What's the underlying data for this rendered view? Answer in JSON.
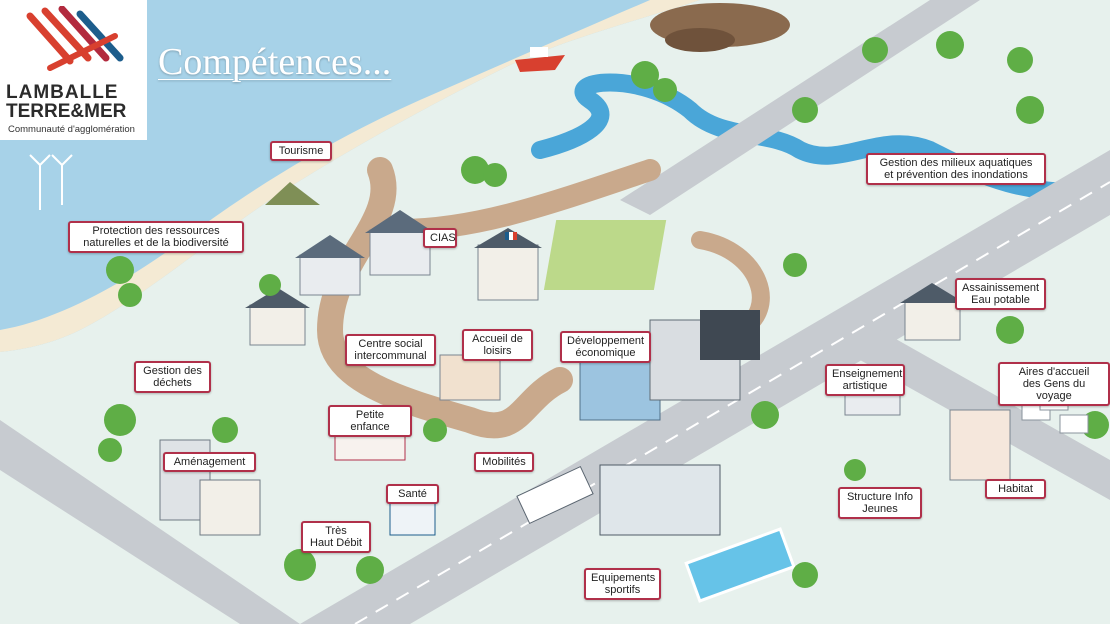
{
  "header": {
    "title": "Compétences..."
  },
  "logo": {
    "line1": "LAMBALLE",
    "line2": "TERRE&MER",
    "subtitle": "Communauté d'agglomération",
    "colors": [
      "#d8402f",
      "#b22a3e",
      "#1c5d8c"
    ]
  },
  "labels": {
    "tourisme": [
      "Tourisme"
    ],
    "protection": [
      "Protection des ressources",
      "naturelles et de la biodiversité"
    ],
    "cias": [
      "CIAS"
    ],
    "gestion_milieux": [
      "Gestion des milieux aquatiques",
      "et prévention des inondations"
    ],
    "assainissement": [
      "Assainissement",
      "Eau potable"
    ],
    "aires_accueil": [
      "Aires d'accueil",
      "des Gens du voyage"
    ],
    "gestion_dechets": [
      "Gestion des",
      "déchets"
    ],
    "centre_social": [
      "Centre social",
      "intercommunal"
    ],
    "accueil_loisirs": [
      "Accueil de",
      "loisirs"
    ],
    "developpement": [
      "Développement",
      "économique"
    ],
    "enseignement": [
      "Enseignement",
      "artistique"
    ],
    "petite_enfance": [
      "Petite enfance"
    ],
    "amenagement": [
      "Aménagement"
    ],
    "mobilites": [
      "Mobilités"
    ],
    "sante": [
      "Santé"
    ],
    "structure_info": [
      "Structure Info",
      "Jeunes"
    ],
    "habitat": [
      "Habitat"
    ],
    "tres_haut_debit": [
      "Très",
      "Haut Débit"
    ],
    "equipements": [
      "Equipements",
      "sportifs"
    ]
  },
  "colors": {
    "label_border": "#b0304a",
    "sea": "#a9d3e8",
    "grass": "#e6f1ec",
    "road": "#c9ccd0",
    "path": "#c9a98c"
  }
}
